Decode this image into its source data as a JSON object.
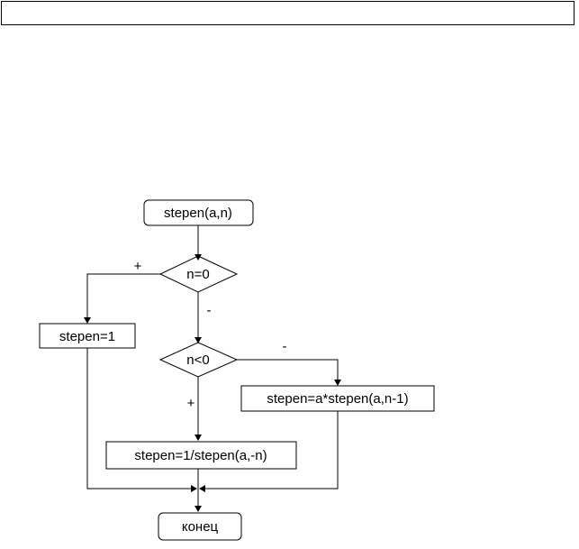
{
  "nodes": {
    "start": "stepen(a,n)",
    "cond_zero": "n=0",
    "assign_one": "stepen=1",
    "cond_negative": "n<0",
    "assign_recursive": "stepen=a*stepen(a,n-1)",
    "assign_inverse": "stepen=1/stepen(a,-n)",
    "end": "конец"
  },
  "edge_labels": {
    "zero_yes": "+",
    "zero_no": "-",
    "negative_no": "-",
    "negative_yes": "+"
  }
}
